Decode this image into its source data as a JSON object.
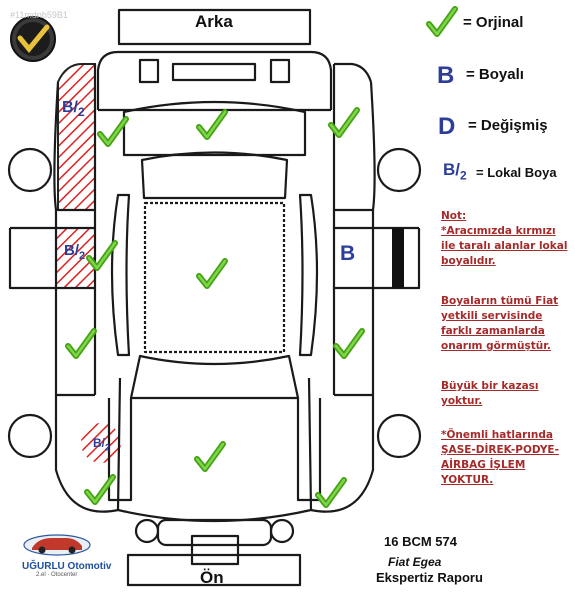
{
  "watermark_id": "#11mdnb59B1",
  "labels": {
    "top": "Arka",
    "bottom": "Ön"
  },
  "legend": {
    "original": "= Orjinal",
    "painted_letter": "B",
    "painted": "= Boyalı",
    "changed_letter": "D",
    "changed": "= Değişmiş",
    "local_top": "B",
    "local_bottom": "2",
    "local": "= Lokal Boya"
  },
  "notes": [
    "Not:",
    "*Aracımızda kırmızı ile taralı alanlar lokal boyalıdır.",
    "Boyaların tümü Fiat yetkili servisinde farklı zamanlarda onarım görmüştür.",
    "Büyük bir kazası yoktur.",
    "*Önemli hatlarında ŞASE-DİREK-PODYE-AİRBAG İŞLEM YOKTUR."
  ],
  "vehicle": {
    "plate": "16 BCM 574",
    "model": "Fiat Egea",
    "report": "Ekspertiz Raporu"
  },
  "brand": {
    "name": "UĞURLU Otomotiv",
    "tagline": "2.el · Otocenter"
  },
  "panels": [
    {
      "part": "roof",
      "status": "original"
    },
    {
      "part": "trunk-lid",
      "status": "original"
    },
    {
      "part": "hood",
      "status": "original"
    },
    {
      "part": "left-rear-fender",
      "status": "local"
    },
    {
      "part": "left-rear-door",
      "status": "local"
    },
    {
      "part": "left-front-door",
      "status": "original"
    },
    {
      "part": "left-front-fender",
      "status": "local"
    },
    {
      "part": "left-front-wing",
      "status": "original"
    },
    {
      "part": "right-rear-fender",
      "status": "original"
    },
    {
      "part": "right-rear-door",
      "status": "painted"
    },
    {
      "part": "right-front-door",
      "status": "original"
    },
    {
      "part": "right-front-wing",
      "status": "original"
    }
  ],
  "colors": {
    "check": "#56b41e",
    "letter": "#2c3e9a",
    "hatch": "#e02020",
    "note": "#a52a2a"
  }
}
